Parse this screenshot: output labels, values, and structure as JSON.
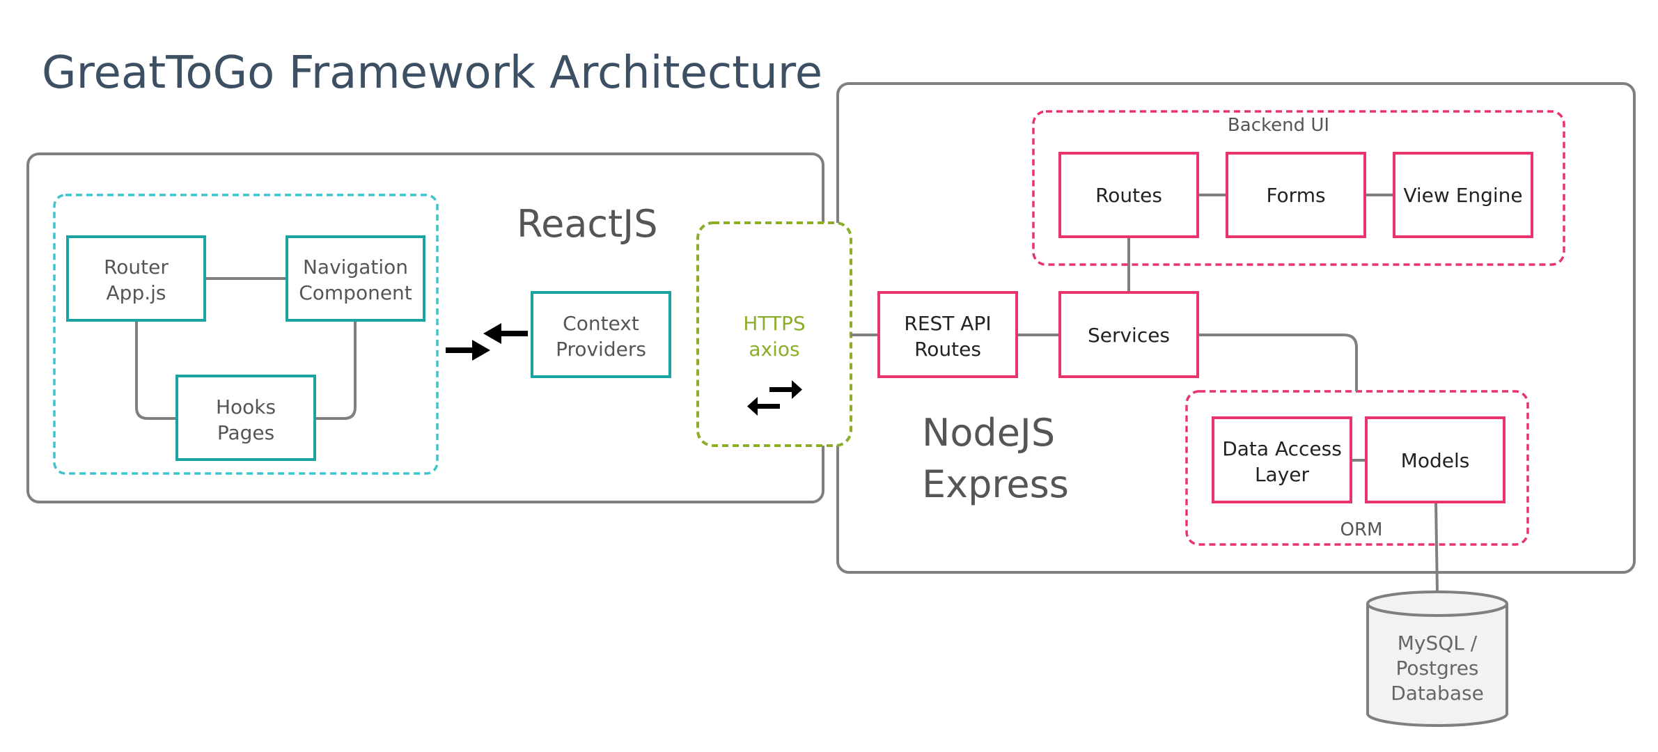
{
  "title": "GreatToGo Framework Architecture",
  "colors": {
    "title": "#3d4f63",
    "frame": "#7f7f7f",
    "react": "#1aa3a3",
    "react_group": "#3fc4cc",
    "https": "#8aad2a",
    "node": "#e8336b",
    "connector": "#7f7f7f",
    "label": "#555555",
    "arrow": "#000000"
  },
  "containers": {
    "reactjs": "ReactJS",
    "nodejs_line1": "NodeJS",
    "nodejs_line2": "Express"
  },
  "groups": {
    "backend_ui": "Backend UI",
    "orm": "ORM"
  },
  "react_nodes": {
    "router": [
      "Router",
      "App.js"
    ],
    "navigation": [
      "Navigation",
      "Component"
    ],
    "hooks": [
      "Hooks",
      "Pages"
    ],
    "context": [
      "Context",
      "Providers"
    ]
  },
  "https_box": [
    "HTTPS",
    "axios"
  ],
  "node_nodes": {
    "routes": [
      "Routes"
    ],
    "forms": [
      "Forms"
    ],
    "view_engine": [
      "View Engine"
    ],
    "rest_api": [
      "REST API",
      "Routes"
    ],
    "services": [
      "Services"
    ],
    "data_access": [
      "Data Access",
      "Layer"
    ],
    "models": [
      "Models"
    ]
  },
  "database": [
    "MySQL /",
    "Postgres",
    "Database"
  ]
}
